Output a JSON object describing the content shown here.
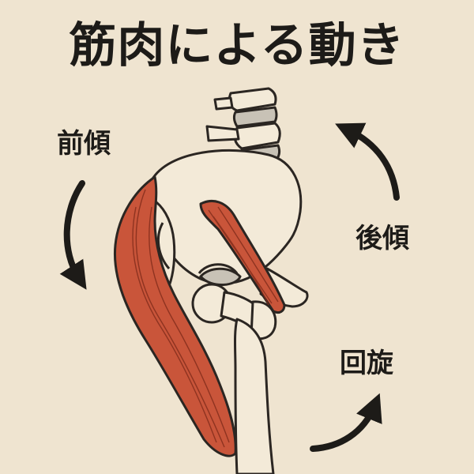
{
  "title": "筋肉による動き",
  "labels": {
    "anterior_tilt": "前傾",
    "posterior_tilt": "後傾",
    "rotation": "回旋"
  },
  "colors": {
    "background": "#efe4d0",
    "bone": "#f3ead8",
    "outline": "#2b2622",
    "muscle": "#c9553a",
    "cartilage": "#c8c2b6",
    "text": "#1d1b18"
  },
  "icons": {
    "anterior_arrow": "curved-arrow-down-icon",
    "posterior_arrow": "curved-arrow-up-icon",
    "rotation_arrow": "curved-arrow-up-right-icon"
  }
}
